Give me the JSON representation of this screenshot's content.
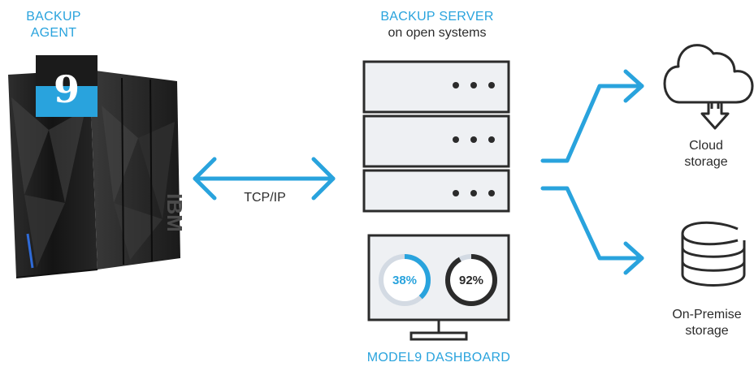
{
  "agent": {
    "line1": "BACKUP",
    "line2": "AGENT",
    "badge_number": "9",
    "mainframe_brand": "IBM"
  },
  "link": {
    "protocol": "TCP/IP"
  },
  "server": {
    "title": "BACKUP SERVER",
    "subtitle": "on open systems",
    "units": [
      {
        "dots": "• • •"
      },
      {
        "dots": "• • •"
      },
      {
        "dots": "• • •"
      }
    ]
  },
  "dashboard": {
    "title": "MODEL9 DASHBOARD",
    "gauges": [
      {
        "label": "38%",
        "value": 0.38,
        "color": "#29a3dd"
      },
      {
        "label": "92%",
        "value": 0.92,
        "color": "#2b2b2b"
      }
    ]
  },
  "targets": {
    "cloud": {
      "line1": "Cloud",
      "line2": "storage"
    },
    "onprem": {
      "line1": "On-Premise",
      "line2": "storage"
    }
  },
  "colors": {
    "accent": "#29a3dd",
    "dark": "#2b2b2b",
    "track": "#d3dae3"
  }
}
